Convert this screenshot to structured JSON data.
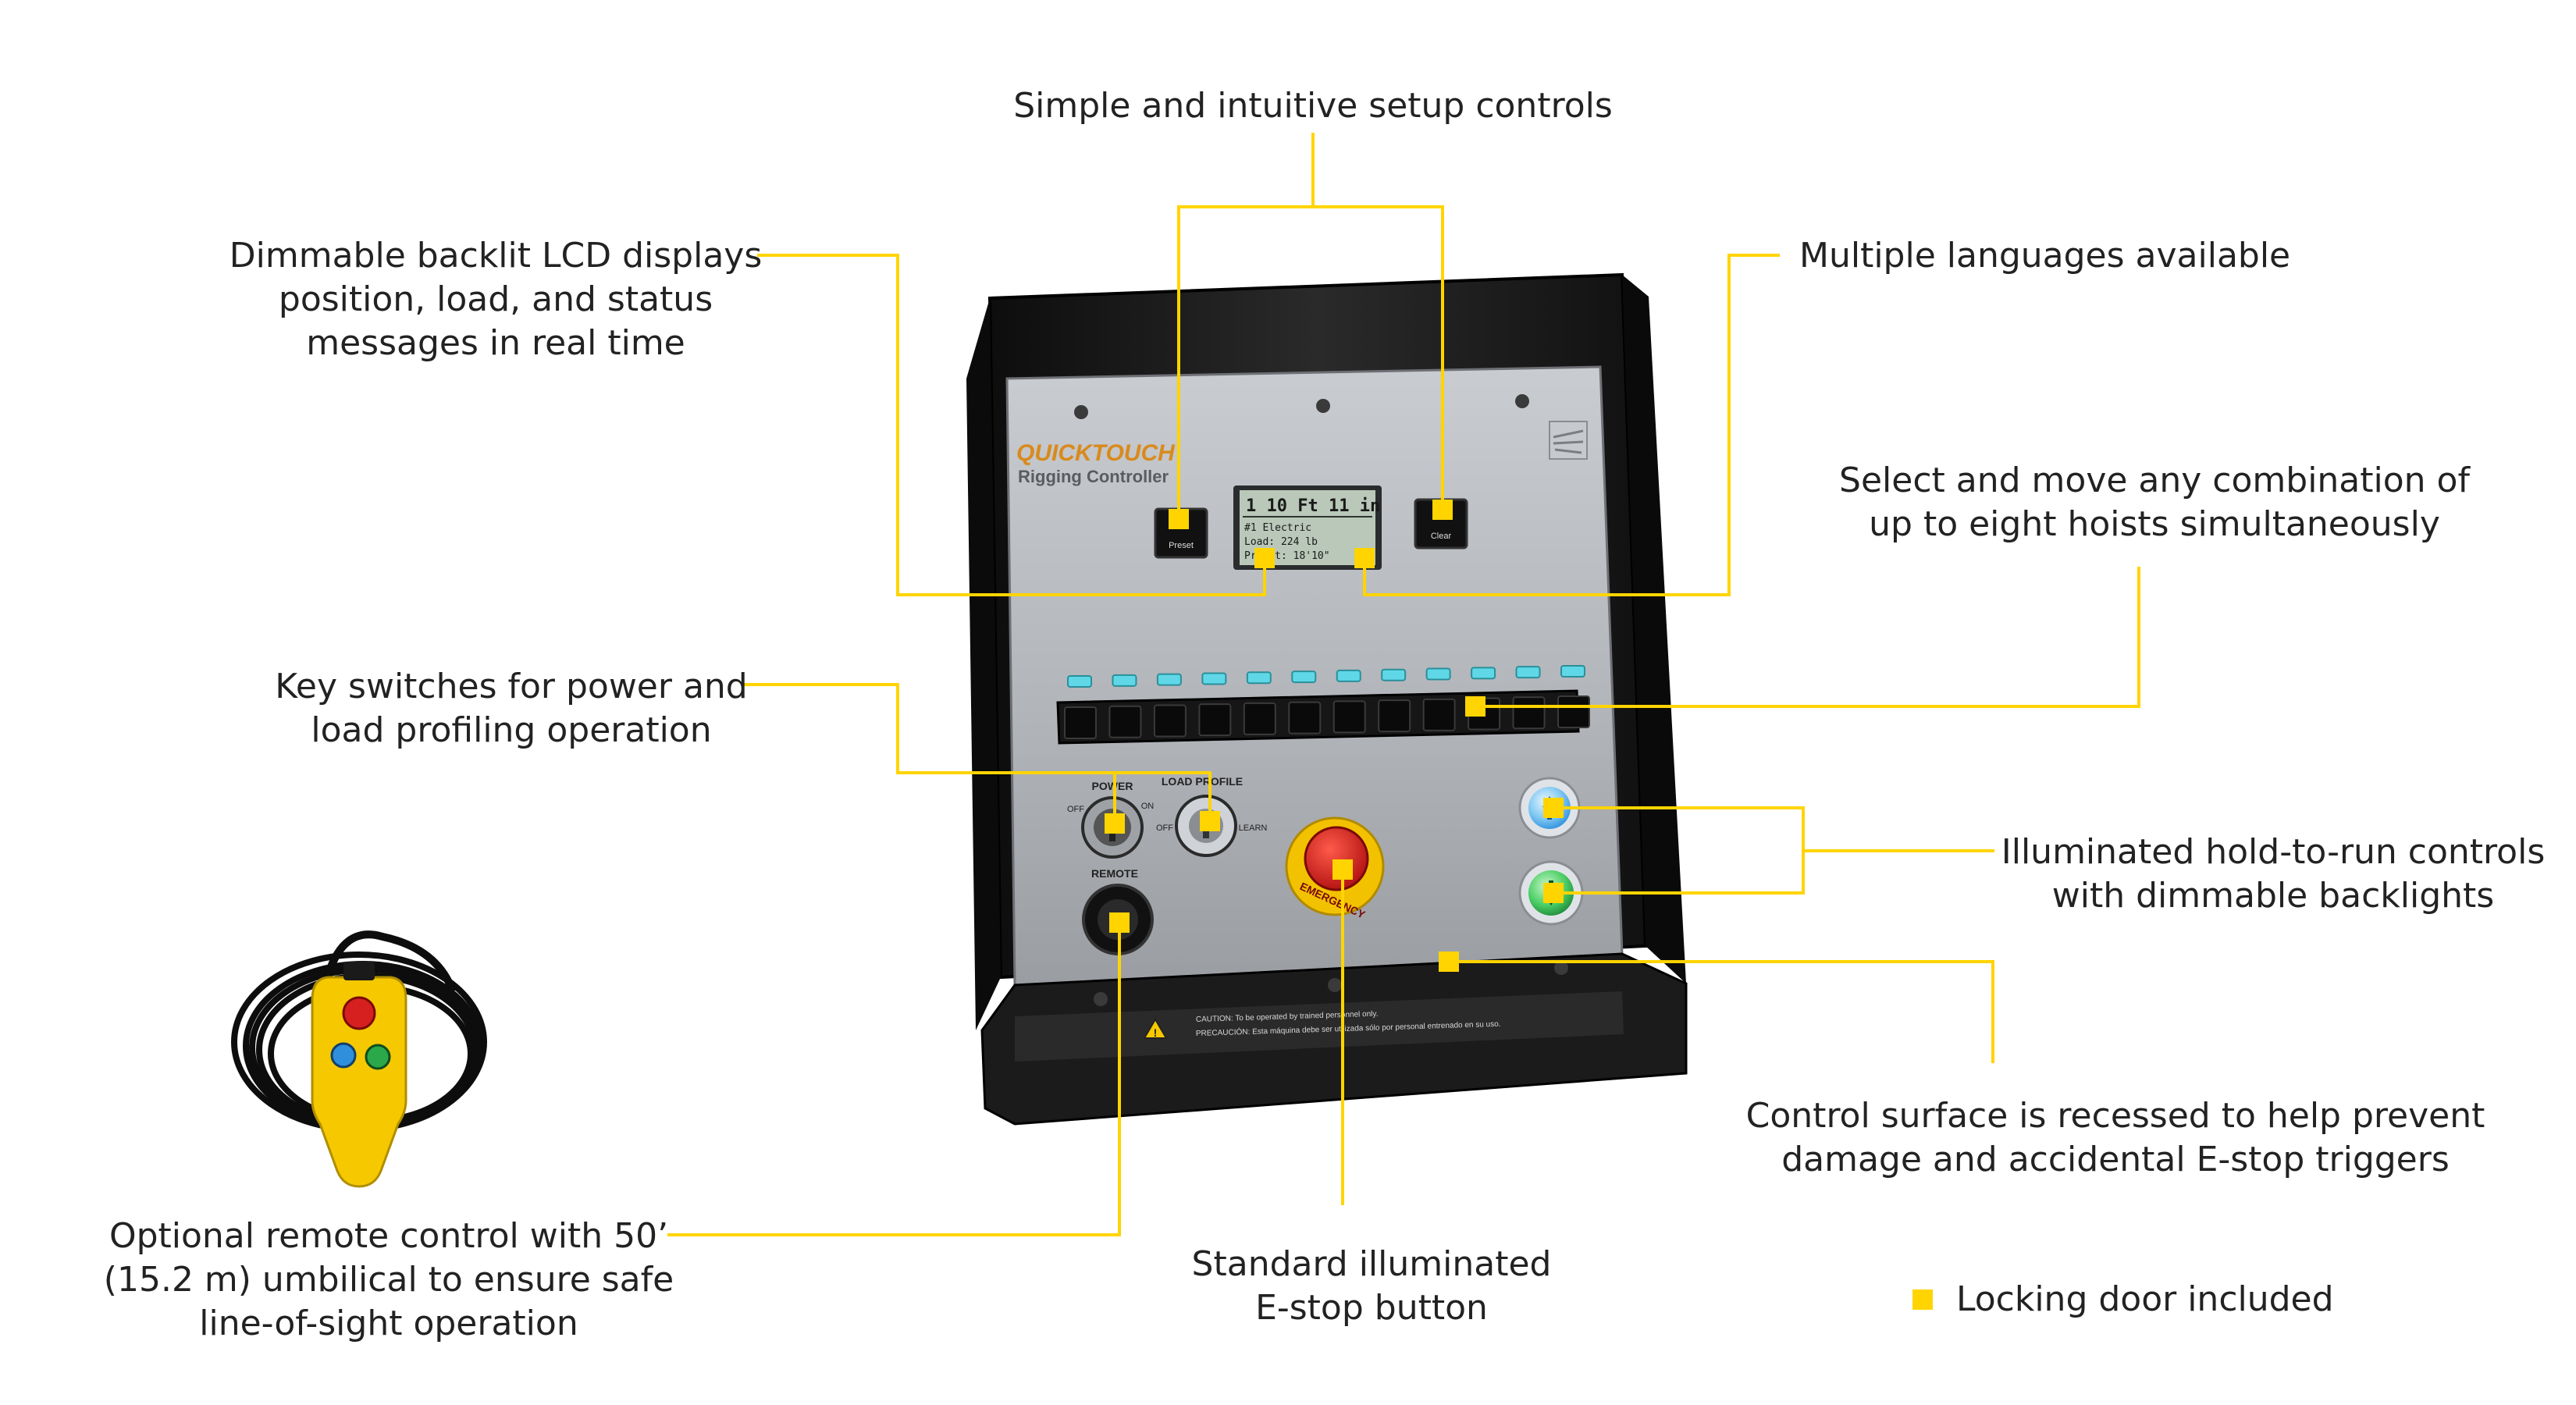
{
  "colors": {
    "leader": "#FFD400",
    "panel_frame": "#1a1a1a",
    "panel_face": "#b4b7bb",
    "lcd": "#b9c8b8",
    "led": "#5fd7e6",
    "estop_red": "#d62020",
    "estop_yellow": "#f2c200",
    "run_up_blue": "#2f8fdc",
    "run_down_green": "#2aa84a",
    "remote_yellow": "#f5c800",
    "text": "#222222",
    "brand_orange": "#d98a1c"
  },
  "callouts": {
    "setup_controls": [
      "Simple and intuitive setup controls"
    ],
    "lcd_display": [
      "Dimmable backlit LCD displays",
      "position, load, and status",
      "messages in real time"
    ],
    "languages": [
      "Multiple languages available"
    ],
    "hoist_select": [
      "Select and move any combination of",
      "up to eight hoists simultaneously"
    ],
    "key_switches": [
      "Key switches for power and",
      "load profiling operation"
    ],
    "hold_to_run": [
      "Illuminated hold-to-run controls",
      "with dimmable backlights"
    ],
    "recessed": [
      "Control surface is recessed to help prevent",
      "damage and accidental E-stop triggers"
    ],
    "remote": [
      "Optional remote control with 50’",
      "(15.2 m) umbilical to ensure safe",
      "line-of-sight operation"
    ],
    "estop": [
      "Standard illuminated",
      "E-stop button"
    ]
  },
  "legend": {
    "label": "Locking door included"
  },
  "device": {
    "brand_name": "QUICKTOUCH",
    "brand_subtitle": "Rigging Controller",
    "preset_button": "Preset",
    "clear_button": "Clear",
    "lcd_top_value": "1  10 Ft 11 in",
    "lcd_line_1": "#1 Electric",
    "lcd_line_2": "Load:          224 lb",
    "lcd_line_3": "Preset:        18'10\"",
    "key_power_label": "POWER",
    "key_power_off": "OFF",
    "key_power_on": "ON",
    "key_load_label": "LOAD PROFILE",
    "key_load_off": "OFF",
    "key_load_learn": "LEARN",
    "remote_label": "REMOTE",
    "estop_label": "EMERGENCY",
    "caution_line": "CAUTION: To be operated by trained personnel only.",
    "precaucion_line": "PRECAUCIÓN: Esta máquina debe ser utilizada sólo por personal entrenado en su uso.",
    "hoist_channels": 12
  }
}
